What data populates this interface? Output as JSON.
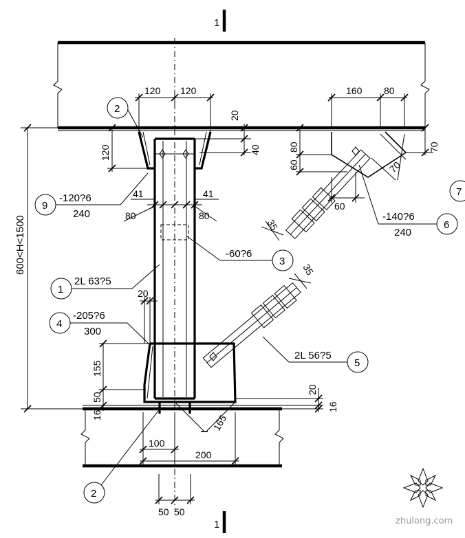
{
  "section_mark": "1",
  "height_range": "600<H<1500",
  "dims_top": [
    "120",
    "120",
    "160",
    "80",
    "20",
    "40",
    "120",
    "80",
    "60",
    "70",
    "70",
    "60",
    "35"
  ],
  "dims_column": [
    "41",
    "41",
    "80",
    "80",
    "20",
    "155",
    "50",
    "16",
    "20",
    "16",
    "165",
    "100",
    "200",
    "50",
    "50",
    "35"
  ],
  "callouts": {
    "c2_top": "2",
    "c9": "9",
    "c9_spec": "-120?6",
    "c9_len": "240",
    "c3": "3",
    "c3_spec": "-60?6",
    "c1": "1",
    "c1_spec": "2L  63?5",
    "c4": "4",
    "c4_spec": "-205?6",
    "c4_len": "300",
    "c5": "5",
    "c5_spec": "2L  56?5",
    "c6": "6",
    "c6_spec": "-140?6",
    "c6_len": "240",
    "c7": "7",
    "c2_bottom": "2"
  },
  "watermark": "zhulong.com"
}
